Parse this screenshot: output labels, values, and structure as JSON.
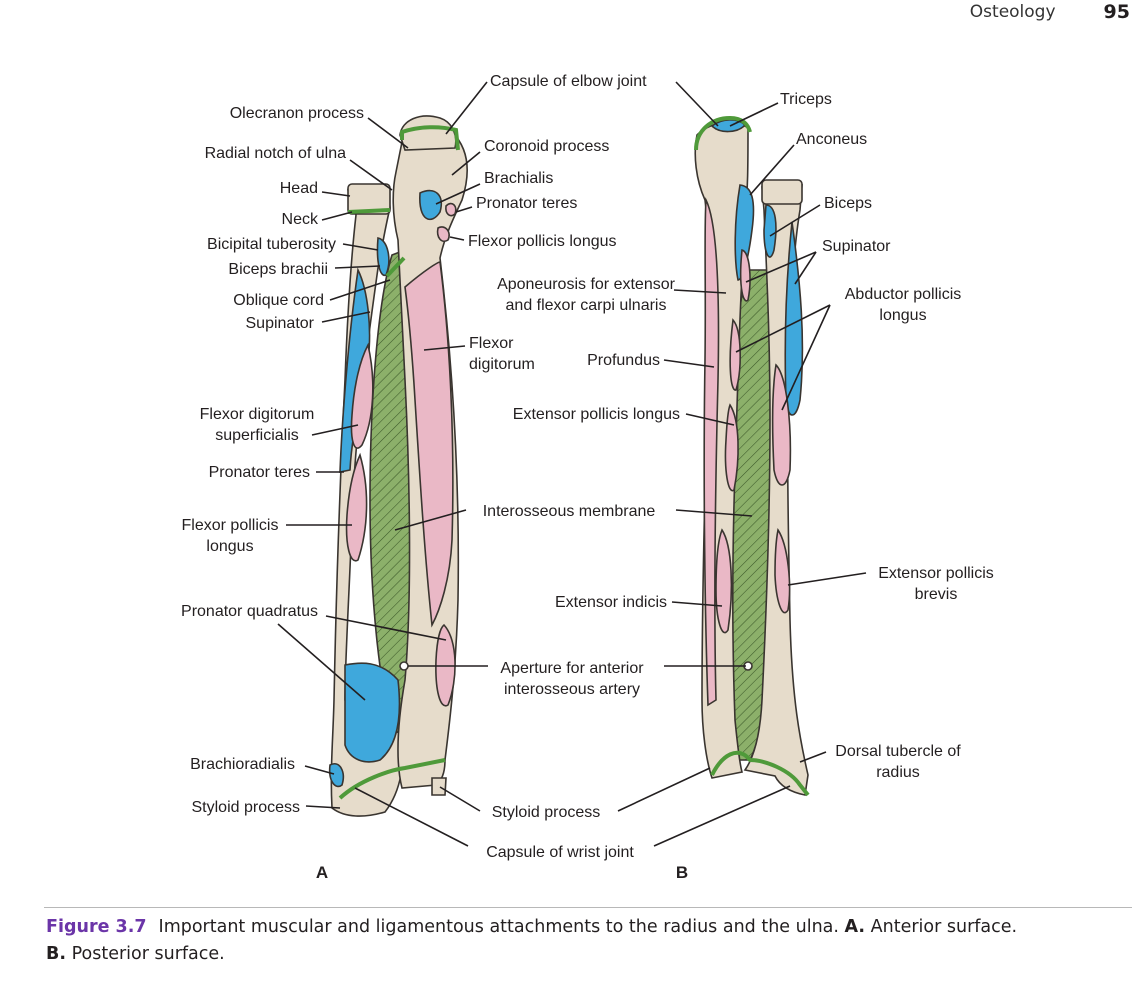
{
  "header": {
    "section": "Osteology",
    "page_number": "95"
  },
  "labels": {
    "capsule_elbow": "Capsule of elbow joint",
    "olecranon": "Olecranon process",
    "radial_notch": "Radial notch of ulna",
    "coronoid": "Coronoid process",
    "brachialis": "Brachialis",
    "head": "Head",
    "neck": "Neck",
    "pronator_teres_top": "Pronator teres",
    "bicipital": "Bicipital tuberosity",
    "fpl_top": "Flexor pollicis longus",
    "biceps_brachii": "Biceps brachii",
    "oblique_cord": "Oblique cord",
    "supinator_a": "Supinator",
    "flexor_digitorum": [
      "Flexor",
      "digitorum"
    ],
    "fds": [
      "Flexor digitorum",
      "superficialis"
    ],
    "pronator_teres_a": "Pronator teres",
    "fpl_a": [
      "Flexor pollicis",
      "longus"
    ],
    "pronator_quadratus": "Pronator quadratus",
    "brachioradialis": "Brachioradialis",
    "styloid_a": "Styloid process",
    "triceps": "Triceps",
    "anconeus": "Anconeus",
    "biceps_b": "Biceps",
    "supinator_b": "Supinator",
    "aponeurosis": [
      "Aponeurosis for extensor",
      "and flexor carpi ulnaris"
    ],
    "abductor": [
      "Abductor pollicis",
      "longus"
    ],
    "profundus": "Profundus",
    "epl": "Extensor pollicis longus",
    "interosseous": "Interosseous membrane",
    "epb": [
      "Extensor pollicis",
      "brevis"
    ],
    "extensor_indicis": "Extensor indicis",
    "aperture": [
      "Aperture for anterior",
      "interosseous artery"
    ],
    "dorsal_tubercle": [
      "Dorsal tubercle of",
      "radius"
    ],
    "styloid_b": "Styloid process",
    "capsule_wrist": "Capsule of wrist joint",
    "panel_a": "A",
    "panel_b": "B"
  },
  "caption": {
    "figure_label": "Figure 3.7",
    "text": "Important muscular and ligamentous attachments to the radius and the ulna.",
    "a_marker": "A.",
    "a_text": "Anterior surface.",
    "b_marker": "B.",
    "b_text": "Posterior surface."
  },
  "colors": {
    "bone": "#e6dccb",
    "bone_outline": "#3a3530",
    "muscle_origin": "#3fa8dc",
    "muscle_insertion": "#eab8c6",
    "ligament": "#4f9a3a",
    "membrane": "#8cb06a",
    "caption_label": "#6b35a8"
  }
}
